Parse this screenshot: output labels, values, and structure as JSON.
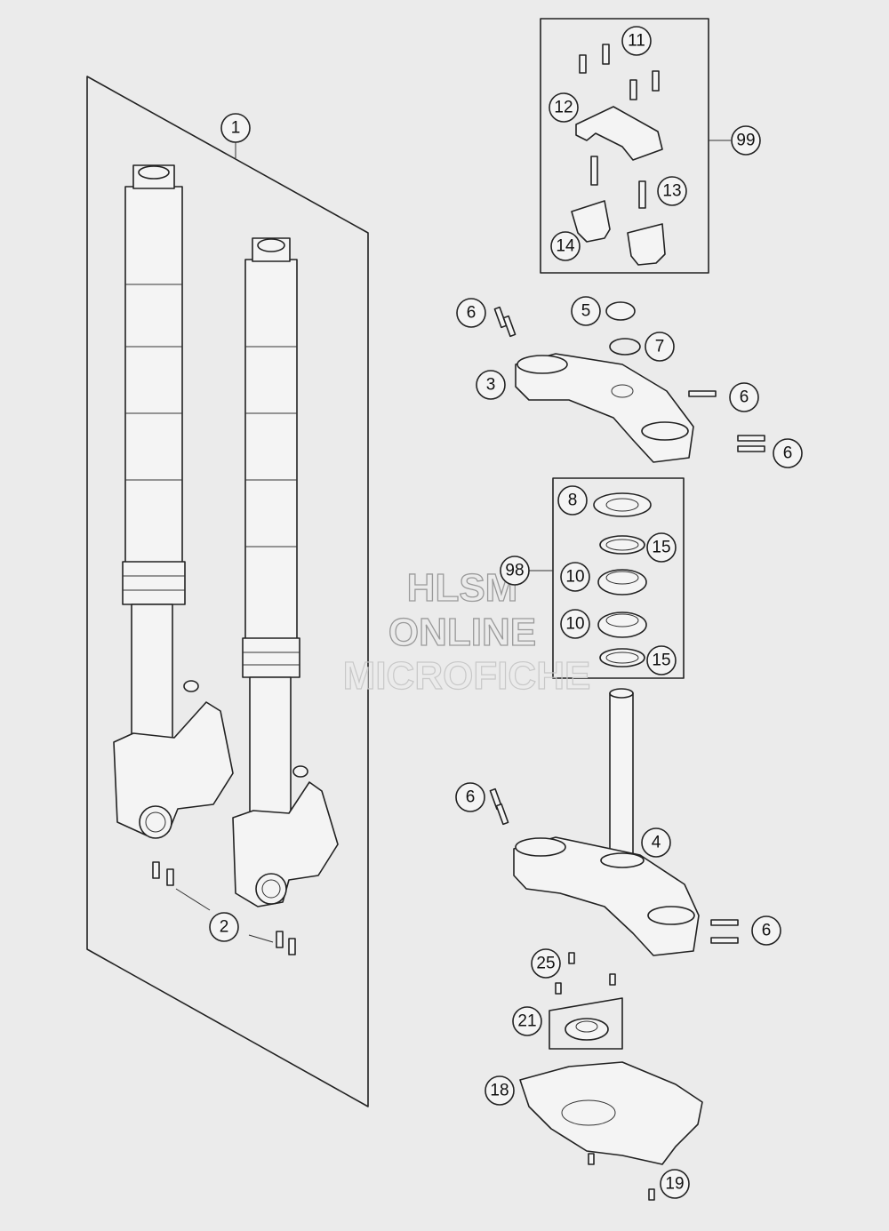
{
  "callouts": {
    "c1": "1",
    "c2": "2",
    "c3": "3",
    "c4": "4",
    "c5": "5",
    "c6a": "6",
    "c6b": "6",
    "c6c": "6",
    "c6d": "6",
    "c6e": "6",
    "c7": "7",
    "c8": "8",
    "c10a": "10",
    "c10b": "10",
    "c11": "11",
    "c12": "12",
    "c13": "13",
    "c14": "14",
    "c15a": "15",
    "c15b": "15",
    "c18": "18",
    "c19": "19",
    "c21": "21",
    "c25": "25",
    "c98": "98",
    "c99": "99"
  },
  "watermark": {
    "line1": "HLSM",
    "line2": "ONLINE",
    "line3": "MICROFICHE"
  }
}
